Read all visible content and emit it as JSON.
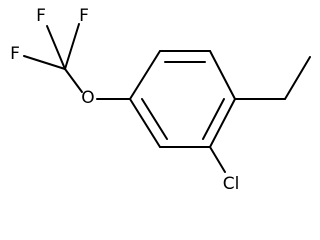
{
  "molecule": {
    "atoms": {
      "f_top_left": "F",
      "f_top": "F",
      "f_left": "F",
      "oxygen": "O",
      "chlorine": "Cl"
    }
  }
}
